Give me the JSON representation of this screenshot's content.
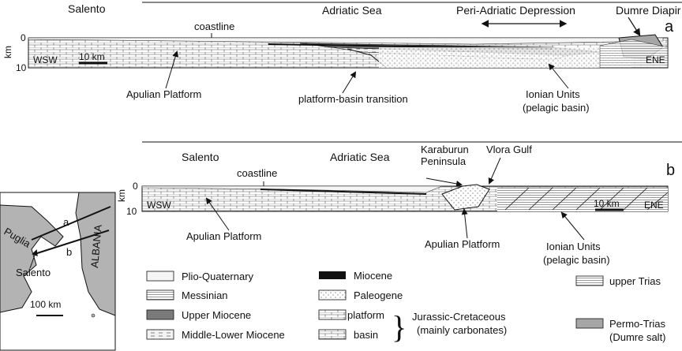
{
  "panel_a": {
    "letter": "a",
    "regions": {
      "salento": "Salento",
      "adriatic": "Adriatic Sea",
      "peri": "Peri-Adriatic Depression",
      "dumre": "Dumre Diapir"
    },
    "coastline": "coastline",
    "axis": {
      "km": "km",
      "zero": "0",
      "ten": "10"
    },
    "dir_left": "WSW",
    "dir_right": "ENE",
    "scale": "10 km",
    "apulian": "Apulian Platform",
    "transition": "platform-basin transition",
    "ionian_1": "Ionian Units",
    "ionian_2": "(pelagic basin)"
  },
  "panel_b": {
    "letter": "b",
    "regions": {
      "salento": "Salento",
      "adriatic": "Adriatic Sea",
      "karaburun_1": "Karaburun",
      "karaburun_2": "Peninsula",
      "vlora": "Vlora Gulf"
    },
    "coastline": "coastline",
    "axis": {
      "km": "km",
      "zero": "0",
      "ten": "10"
    },
    "dir_left": "WSW",
    "dir_right": "ENE",
    "scale": "10 km",
    "apulian_left": "Apulian Platform",
    "apulian_mid": "Apulian Platform",
    "ionian_1": "Ionian Units",
    "ionian_2": "(pelagic basin)"
  },
  "inset": {
    "puglia": "Puglia",
    "albania": "ALBANIA",
    "salento": "Salento",
    "line_a": "a",
    "line_b": "b",
    "scale": "100 km"
  },
  "legend": {
    "plio": "Plio-Quaternary",
    "messinian": "Messinian",
    "upper_miocene": "Upper Miocene",
    "mid_lower_miocene": "Middle-Lower Miocene",
    "miocene": "Miocene",
    "paleogene": "Paleogene",
    "platform": "platform",
    "basin": "basin",
    "jur_1": "Jurassic-Cretaceous",
    "jur_2": "(mainly carbonates)",
    "upper_trias": "upper Trias",
    "permo_1": "Permo-Trias",
    "permo_2": "(Dumre salt)"
  },
  "colors": {
    "ink": "#111111",
    "paper": "#ffffff",
    "dark_gray": "#7a7a7a",
    "salt": "#a6a6a6",
    "light": "#e8e8e8"
  }
}
